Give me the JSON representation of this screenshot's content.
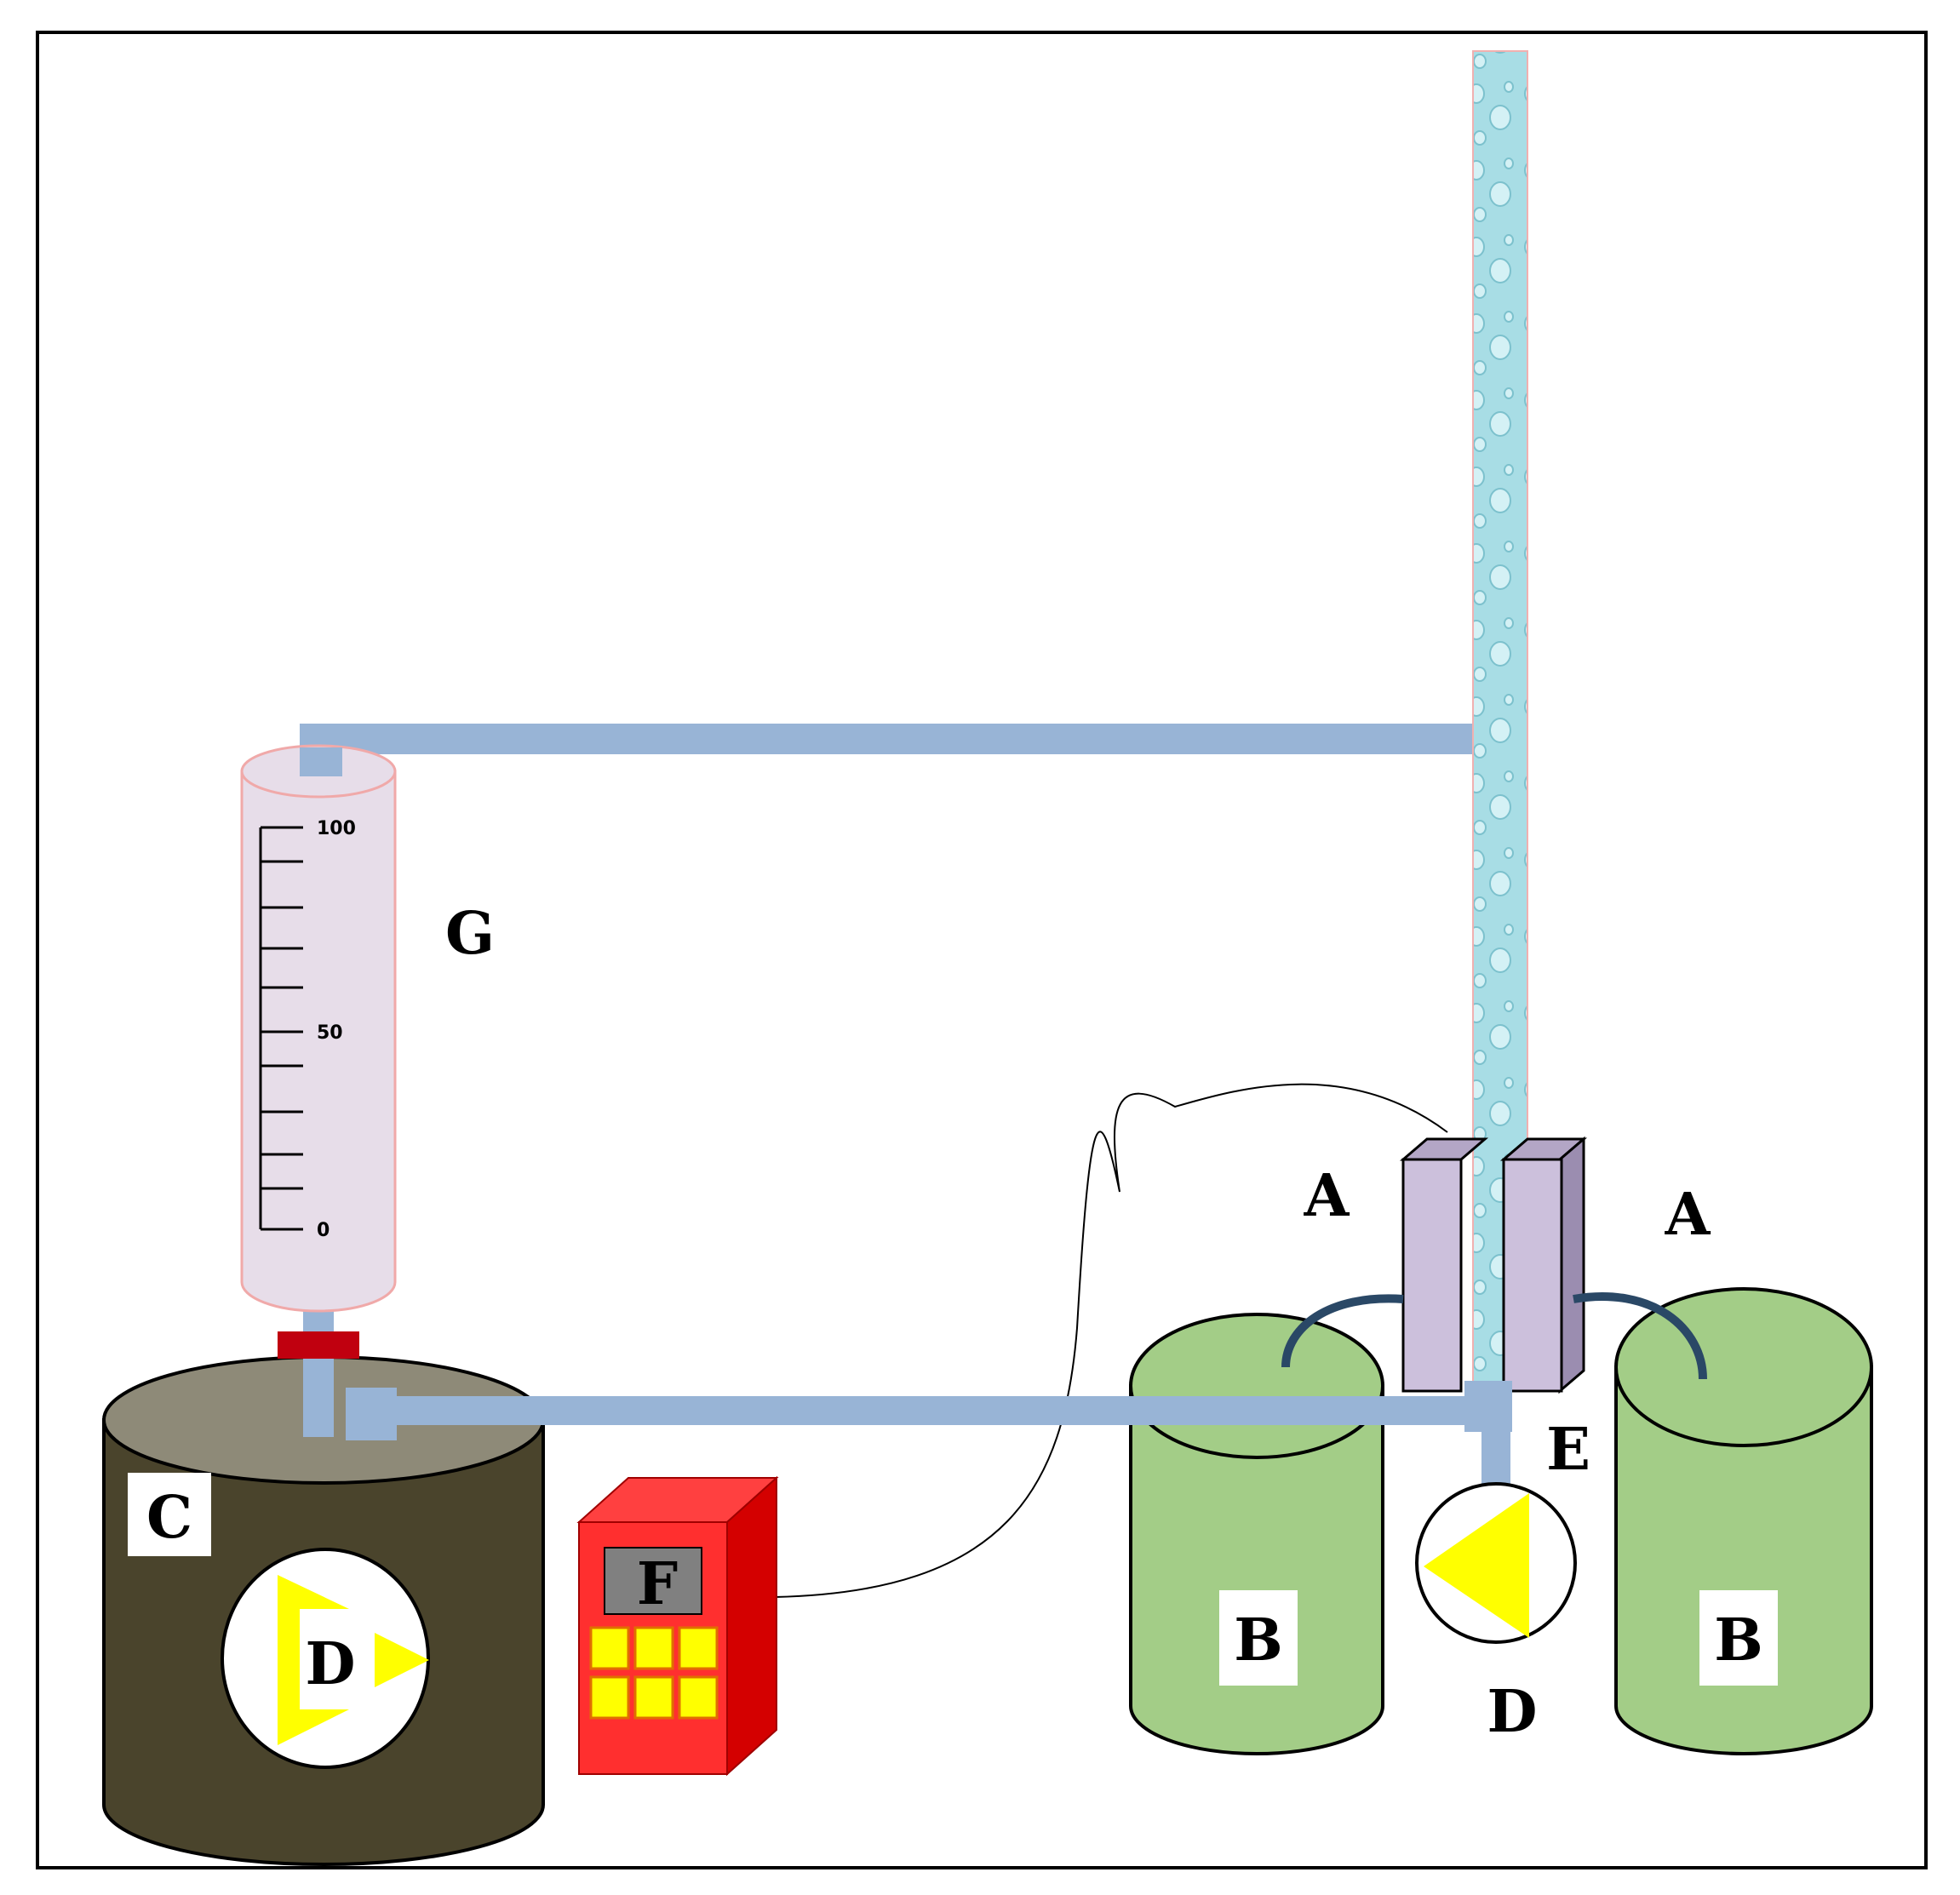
{
  "labels": {
    "a_left": "A",
    "a_right": "A",
    "b_left": "B",
    "b_right": "B",
    "c": "C",
    "d_in_tank": "D",
    "d_pump": "D",
    "e": "E",
    "f": "F",
    "g": "G"
  },
  "cylinder_scale": {
    "top": "100",
    "mid": "50",
    "bottom": "0"
  },
  "colors": {
    "pipe": "#98b4d6",
    "tank": "#4a442c",
    "tank_top": "#8e8a78",
    "container_green": "#a3cd87",
    "electrode": "#ccc0dc",
    "controller": "#ff2f2f",
    "controller_dark": "#d40000",
    "keypad": "#ffff00",
    "pump_triangle": "#ffff00",
    "column_water": "#a8dde5",
    "cylinder": "#e7dde9",
    "valve": "#c0000f",
    "arc": "#2a4866"
  }
}
